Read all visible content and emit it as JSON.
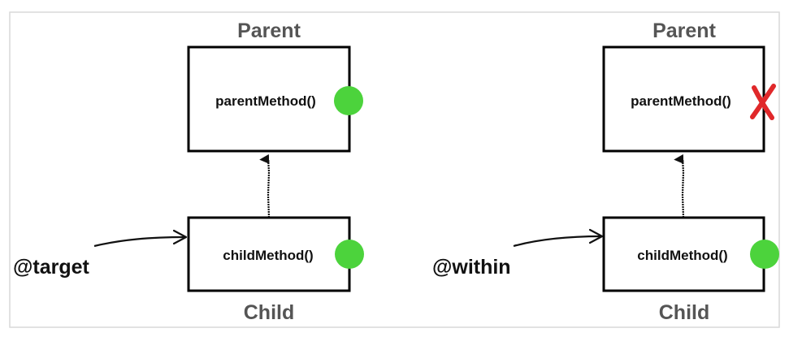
{
  "colors": {
    "frame": "#d9d9d9",
    "box_stroke": "#000000",
    "title_text": "#555555",
    "match_dot": "#4cd33c",
    "no_match_mark": "#e0282a"
  },
  "left": {
    "parent": {
      "title": "Parent",
      "method": "parentMethod()",
      "marker": "green-dot"
    },
    "child": {
      "title": "Child",
      "method": "childMethod()",
      "marker": "green-dot"
    },
    "annotation": "@target"
  },
  "right": {
    "parent": {
      "title": "Parent",
      "method": "parentMethod()",
      "marker": "red-x"
    },
    "child": {
      "title": "Child",
      "method": "childMethod()",
      "marker": "green-dot"
    },
    "annotation": "@within"
  }
}
